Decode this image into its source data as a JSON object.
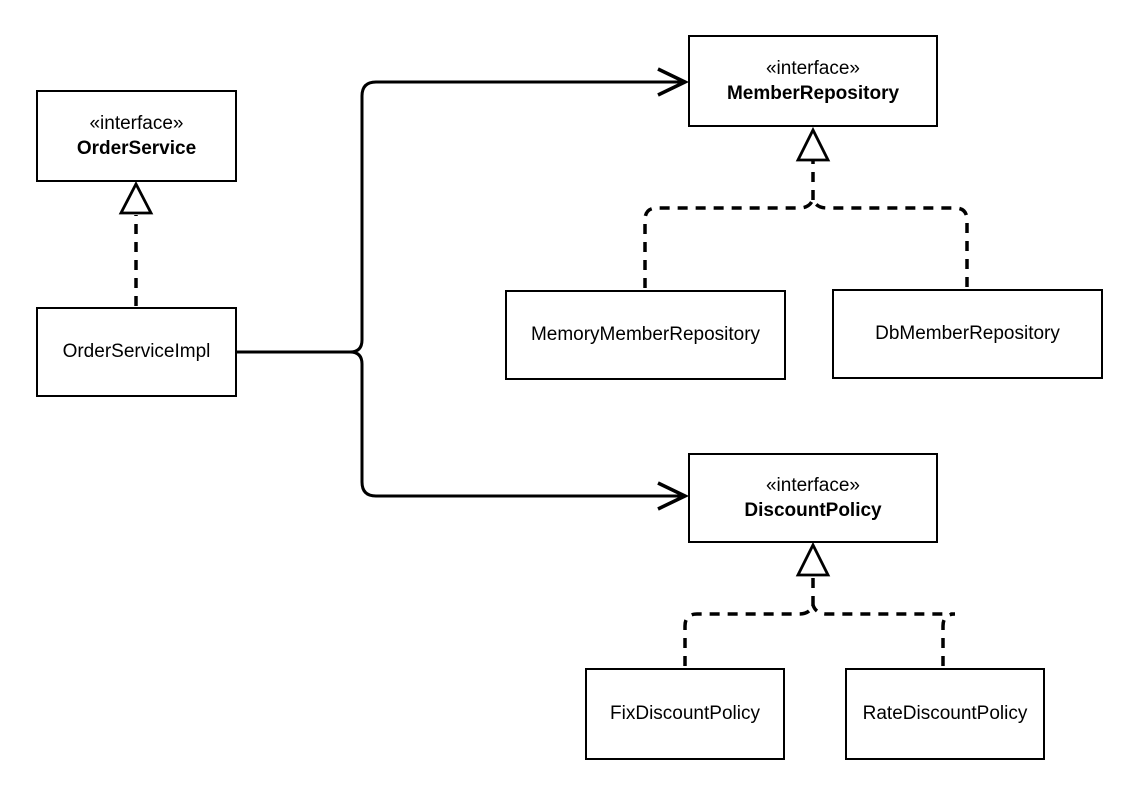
{
  "diagram": {
    "kind": "uml-class-diagram",
    "background_color": "#ffffff",
    "line_color": "#000000",
    "text_color": "#000000",
    "node_fill_color": "#ffffff"
  },
  "nodes": {
    "orderService": {
      "stereotype": "«interface»",
      "name": "OrderService"
    },
    "orderServiceImpl": {
      "name": "OrderServiceImpl"
    },
    "memberRepository": {
      "stereotype": "«interface»",
      "name": "MemberRepository"
    },
    "memoryMemberRepository": {
      "name": "MemoryMemberRepository"
    },
    "dbMemberRepository": {
      "name": "DbMemberRepository"
    },
    "discountPolicy": {
      "stereotype": "«interface»",
      "name": "DiscountPolicy"
    },
    "fixDiscountPolicy": {
      "name": "FixDiscountPolicy"
    },
    "rateDiscountPolicy": {
      "name": "RateDiscountPolicy"
    }
  },
  "relations": [
    {
      "type": "realization",
      "from": "OrderServiceImpl",
      "to": "OrderService"
    },
    {
      "type": "dependency",
      "from": "OrderServiceImpl",
      "to": "MemberRepository"
    },
    {
      "type": "dependency",
      "from": "OrderServiceImpl",
      "to": "DiscountPolicy"
    },
    {
      "type": "realization",
      "from": "MemoryMemberRepository",
      "to": "MemberRepository"
    },
    {
      "type": "realization",
      "from": "DbMemberRepository",
      "to": "MemberRepository"
    },
    {
      "type": "realization",
      "from": "FixDiscountPolicy",
      "to": "DiscountPolicy"
    },
    {
      "type": "realization",
      "from": "RateDiscountPolicy",
      "to": "DiscountPolicy"
    }
  ]
}
